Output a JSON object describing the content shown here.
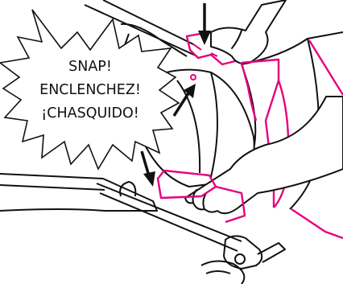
{
  "callout": {
    "line1": "SNAP!",
    "line2": "ENCLENCHEZ!",
    "line3": "¡CHASQUIDO!"
  },
  "colors": {
    "outline": "#111111",
    "accent": "#e6007e",
    "background": "#ffffff"
  },
  "icons": [
    "down-arrow-icon",
    "diagonal-arrow-icon",
    "down-arrow-icon"
  ]
}
